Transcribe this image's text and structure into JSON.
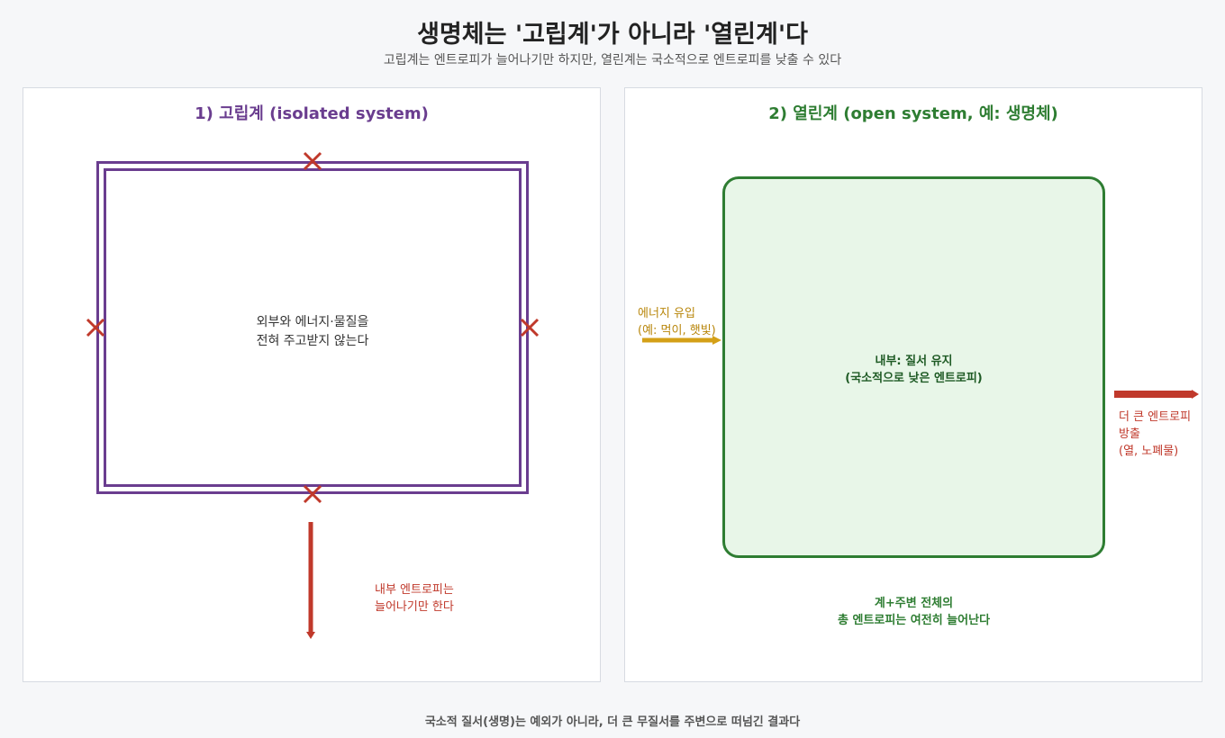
{
  "header": {
    "title": "생명체는 '고립계'가 아니라 '열린계'다",
    "subtitle": "고립계는 엔트로피가 늘어나기만 하지만, 열린계는 국소적으로 엔트로피를 낮출 수 있다"
  },
  "isolated_panel": {
    "title": "1) 고립계 (isolated system)",
    "description": "외부와 에너지·물질을\n전혀 주고받지 않는다",
    "entropy_note": "내부 엔트로피는\n늘어나기만 한다",
    "blocked_marks": [
      "cross-icon",
      "cross-icon",
      "cross-icon",
      "cross-icon"
    ]
  },
  "open_panel": {
    "title": "2) 열린계 (open system, 예: 생명체)",
    "inside": "내부: 질서 유지\n(국소적으로 낮은 엔트로피)",
    "energy_in": "에너지 유입\n(예: 먹이, 햇빛)",
    "entropy_out": "더 큰 엔트로피 방출\n(열, 노폐물)",
    "total_entropy": "계+주변 전체의\n총 엔트로피는 여전히 늘어난다"
  },
  "footer": {
    "text": "국소적 질서(생명)는 예외가 아니라, 더 큰 무질서를 주변으로 떠넘긴 결과다"
  },
  "colors": {
    "isolated": "#6a3d8f",
    "open": "#2e7d32",
    "organism_fill": "#e8f6e8",
    "blocked": "#c0392b",
    "energy": "#d4a017",
    "entropy": "#c0392b"
  }
}
